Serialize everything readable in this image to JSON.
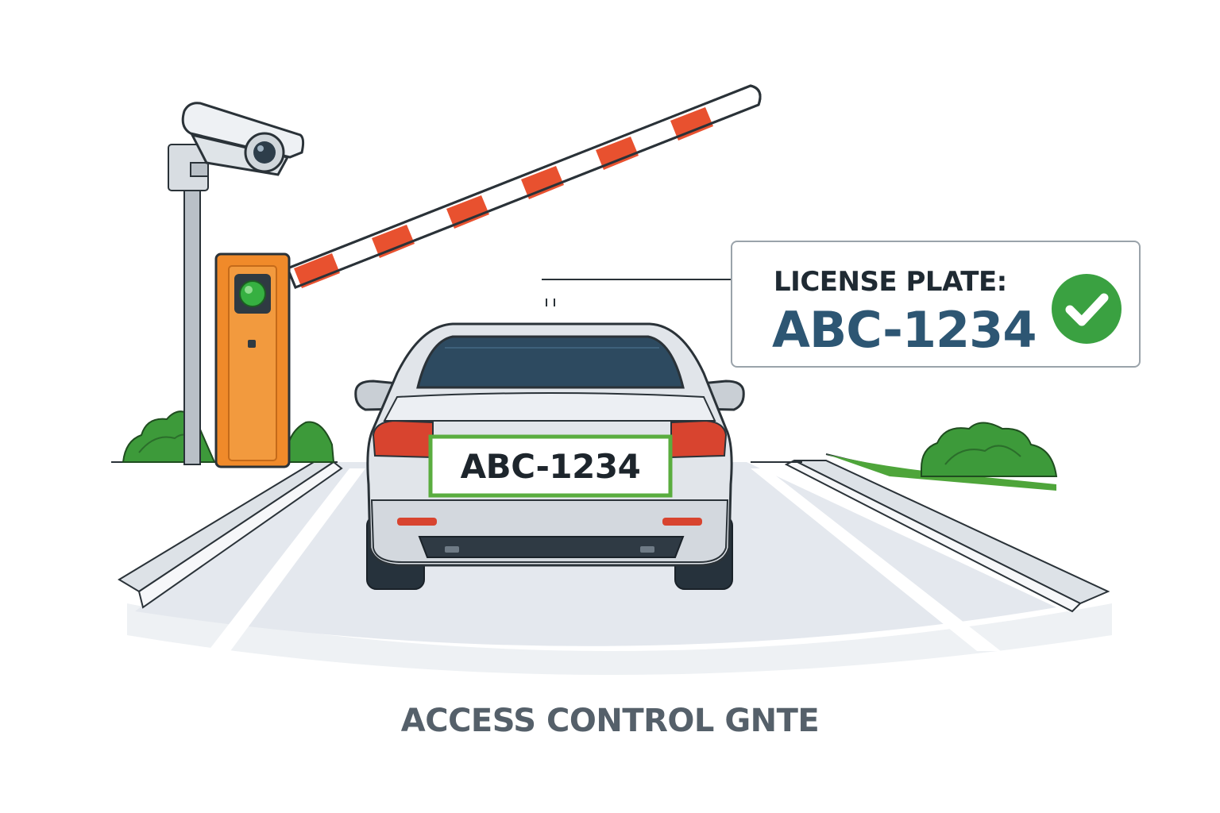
{
  "callout": {
    "label": "LICENSE PLATE:",
    "value": "ABC-1234",
    "status_icon": "check-circle-icon",
    "status_color": "#3aa141"
  },
  "car": {
    "plate_text": "ABC-1234",
    "plate_frame_color": "#5aad3f"
  },
  "gate": {
    "signal_icon": "green-light-icon",
    "signal_color": "#36b041",
    "housing_color": "#f08a2a",
    "arm_stripe_color": "#e8512f"
  },
  "caption": "ACCESS CONTROL GNTE"
}
